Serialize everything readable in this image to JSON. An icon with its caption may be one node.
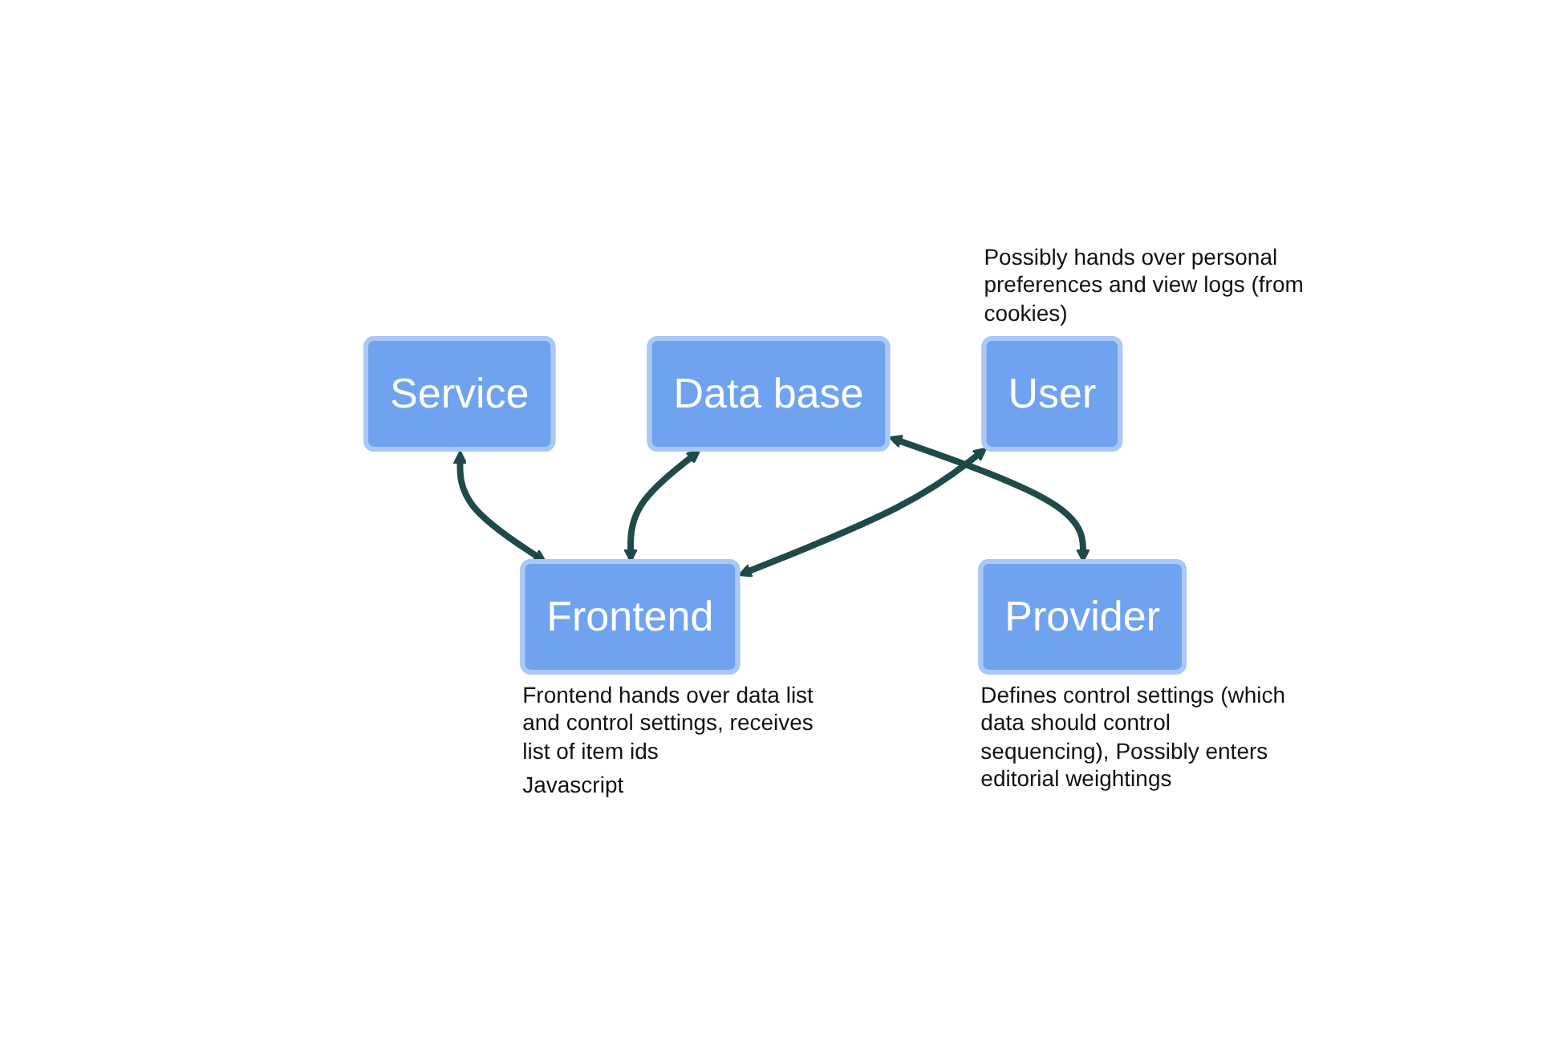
{
  "diagram": {
    "nodes": [
      {
        "text": [
          "Service"
        ]
      },
      {
        "text": [
          "Data base"
        ]
      },
      {
        "text": [
          "Frontend"
        ],
        "beside": [
          "Frontend hands over data list and control settings, receives list of item ids",
          "Javascript"
        ]
      },
      {
        "text": [
          "Provider"
        ],
        "beside": [
          "Defines control settings (which data should control sequencing), Possibly enters editorial weightings"
        ]
      },
      {
        "text": [
          "User"
        ],
        "beside": [
          "Possibly hands over personal preferences and view logs (from cookies)"
        ]
      }
    ],
    "edges": [
      {
        "from": 0,
        "to": 2,
        "arrow": "both"
      },
      {
        "from": 1,
        "to": 2,
        "arrow": "both"
      },
      {
        "from": 1,
        "to": 3,
        "arrow": "both"
      },
      {
        "from": 4,
        "to": 2,
        "arrow": "both"
      }
    ]
  }
}
